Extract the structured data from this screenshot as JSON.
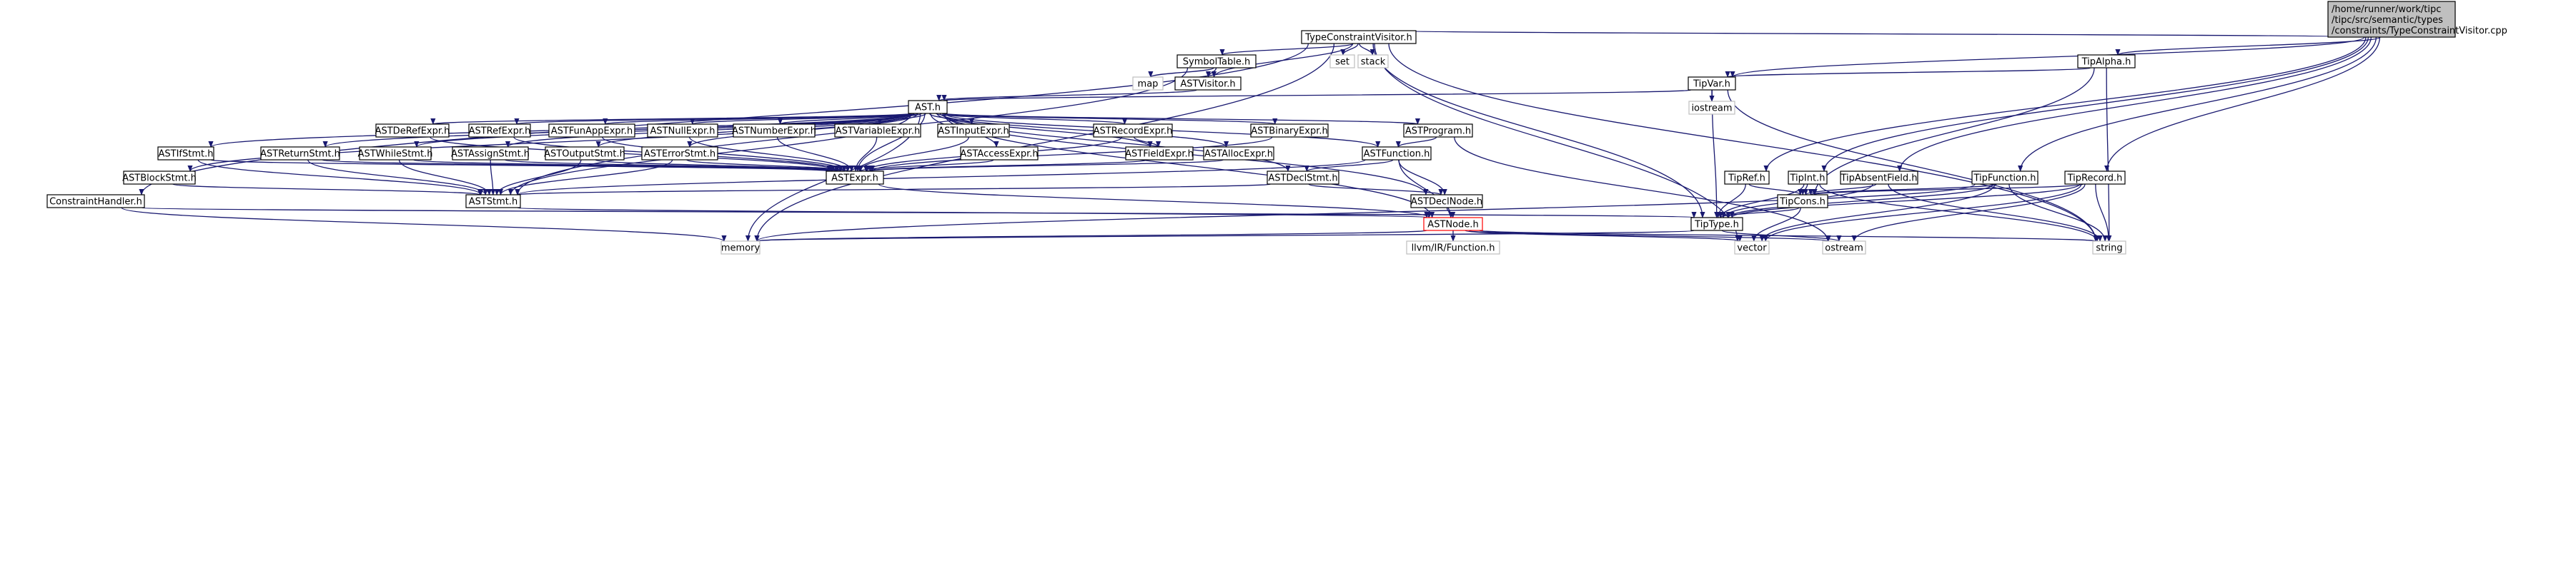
{
  "diagram": {
    "title_lines": [
      "/home/runner/work/tipc",
      "/tipc/src/semantic/types",
      "/constraints/TypeConstraintVisitor.cpp"
    ],
    "nodes": [
      {
        "id": "tcv_cpp",
        "label": "",
        "style": "root"
      },
      {
        "id": "tcv_h",
        "label": "TypeConstraintVisitor.h",
        "style": "boxed"
      },
      {
        "id": "symtab",
        "label": "SymbolTable.h",
        "style": "boxed"
      },
      {
        "id": "set",
        "label": "set",
        "style": "plain"
      },
      {
        "id": "stack",
        "label": "stack",
        "style": "plain"
      },
      {
        "id": "map",
        "label": "map",
        "style": "plain"
      },
      {
        "id": "astvisitor",
        "label": "ASTVisitor.h",
        "style": "boxed"
      },
      {
        "id": "tipalpha",
        "label": "TipAlpha.h",
        "style": "boxed"
      },
      {
        "id": "tipvar",
        "label": "TipVar.h",
        "style": "boxed"
      },
      {
        "id": "iostream",
        "label": "iostream",
        "style": "plain"
      },
      {
        "id": "ast",
        "label": "AST.h",
        "style": "boxed"
      },
      {
        "id": "astderef",
        "label": "ASTDeRefExpr.h",
        "style": "boxed"
      },
      {
        "id": "astref",
        "label": "ASTRefExpr.h",
        "style": "boxed"
      },
      {
        "id": "astfunapp",
        "label": "ASTFunAppExpr.h",
        "style": "boxed"
      },
      {
        "id": "astnull",
        "label": "ASTNullExpr.h",
        "style": "boxed"
      },
      {
        "id": "astnumber",
        "label": "ASTNumberExpr.h",
        "style": "boxed"
      },
      {
        "id": "astvariable",
        "label": "ASTVariableExpr.h",
        "style": "boxed"
      },
      {
        "id": "astinput",
        "label": "ASTInputExpr.h",
        "style": "boxed"
      },
      {
        "id": "astrecord",
        "label": "ASTRecordExpr.h",
        "style": "boxed"
      },
      {
        "id": "astbinary",
        "label": "ASTBinaryExpr.h",
        "style": "boxed"
      },
      {
        "id": "astprogram",
        "label": "ASTProgram.h",
        "style": "boxed"
      },
      {
        "id": "astifstmt",
        "label": "ASTIfStmt.h",
        "style": "boxed"
      },
      {
        "id": "astreturn",
        "label": "ASTReturnStmt.h",
        "style": "boxed"
      },
      {
        "id": "astwhile",
        "label": "ASTWhileStmt.h",
        "style": "boxed"
      },
      {
        "id": "astassign",
        "label": "ASTAssignStmt.h",
        "style": "boxed"
      },
      {
        "id": "astoutput",
        "label": "ASTOutputStmt.h",
        "style": "boxed"
      },
      {
        "id": "asterror",
        "label": "ASTErrorStmt.h",
        "style": "boxed"
      },
      {
        "id": "astaccess",
        "label": "ASTAccessExpr.h",
        "style": "boxed"
      },
      {
        "id": "astfield",
        "label": "ASTFieldExpr.h",
        "style": "boxed"
      },
      {
        "id": "astalloc",
        "label": "ASTAllocExpr.h",
        "style": "boxed"
      },
      {
        "id": "astfunction",
        "label": "ASTFunction.h",
        "style": "boxed"
      },
      {
        "id": "astblock",
        "label": "ASTBlockStmt.h",
        "style": "boxed"
      },
      {
        "id": "astexpr",
        "label": "ASTExpr.h",
        "style": "boxed"
      },
      {
        "id": "astdeclstmt",
        "label": "ASTDeclStmt.h",
        "style": "boxed"
      },
      {
        "id": "aststmt",
        "label": "ASTStmt.h",
        "style": "boxed"
      },
      {
        "id": "astdeclnode",
        "label": "ASTDeclNode.h",
        "style": "boxed"
      },
      {
        "id": "constrainthandler",
        "label": "ConstraintHandler.h",
        "style": "boxed"
      },
      {
        "id": "astnode",
        "label": "ASTNode.h",
        "style": "highlight"
      },
      {
        "id": "tipref",
        "label": "TipRef.h",
        "style": "boxed"
      },
      {
        "id": "tipint",
        "label": "TipInt.h",
        "style": "boxed"
      },
      {
        "id": "tipabsent",
        "label": "TipAbsentField.h",
        "style": "boxed"
      },
      {
        "id": "tipfunction",
        "label": "TipFunction.h",
        "style": "boxed"
      },
      {
        "id": "tiprecord",
        "label": "TipRecord.h",
        "style": "boxed"
      },
      {
        "id": "tipcons",
        "label": "TipCons.h",
        "style": "boxed"
      },
      {
        "id": "tiptype",
        "label": "TipType.h",
        "style": "boxed"
      },
      {
        "id": "memory",
        "label": "memory",
        "style": "plain"
      },
      {
        "id": "llvmfunc",
        "label": "llvm/IR/Function.h",
        "style": "plain"
      },
      {
        "id": "vector",
        "label": "vector",
        "style": "plain"
      },
      {
        "id": "ostream",
        "label": "ostream",
        "style": "plain"
      },
      {
        "id": "string",
        "label": "string",
        "style": "plain"
      }
    ],
    "edges": [
      [
        "tcv_cpp",
        "tcv_h"
      ],
      [
        "tcv_cpp",
        "tipvar"
      ],
      [
        "tcv_cpp",
        "tipalpha"
      ],
      [
        "tcv_cpp",
        "tipref"
      ],
      [
        "tcv_cpp",
        "tipint"
      ],
      [
        "tcv_cpp",
        "tipabsent"
      ],
      [
        "tcv_cpp",
        "tipfunction"
      ],
      [
        "tcv_cpp",
        "tiprecord"
      ],
      [
        "tcv_h",
        "symtab"
      ],
      [
        "tcv_h",
        "set"
      ],
      [
        "tcv_h",
        "stack"
      ],
      [
        "tcv_h",
        "astvisitor"
      ],
      [
        "tcv_h",
        "constrainthandler"
      ],
      [
        "tcv_h",
        "memory"
      ],
      [
        "tcv_h",
        "tiptype"
      ],
      [
        "tcv_h",
        "vector"
      ],
      [
        "tcv_h",
        "string"
      ],
      [
        "symtab",
        "map"
      ],
      [
        "symtab",
        "astvisitor"
      ],
      [
        "symtab",
        "aststmt"
      ],
      [
        "astvisitor",
        "ast"
      ],
      [
        "tipalpha",
        "tipvar"
      ],
      [
        "tipalpha",
        "tipcons"
      ],
      [
        "tipalpha",
        "string"
      ],
      [
        "tipvar",
        "ast"
      ],
      [
        "tipvar",
        "iostream"
      ],
      [
        "tipvar",
        "tiptype"
      ],
      [
        "tipvar",
        "string"
      ],
      [
        "ast",
        "astderef"
      ],
      [
        "ast",
        "astref"
      ],
      [
        "ast",
        "astfunapp"
      ],
      [
        "ast",
        "astnull"
      ],
      [
        "ast",
        "astnumber"
      ],
      [
        "ast",
        "astvariable"
      ],
      [
        "ast",
        "astinput"
      ],
      [
        "ast",
        "astrecord"
      ],
      [
        "ast",
        "astbinary"
      ],
      [
        "ast",
        "astprogram"
      ],
      [
        "ast",
        "astifstmt"
      ],
      [
        "ast",
        "astreturn"
      ],
      [
        "ast",
        "astwhile"
      ],
      [
        "ast",
        "astassign"
      ],
      [
        "ast",
        "astoutput"
      ],
      [
        "ast",
        "asterror"
      ],
      [
        "ast",
        "astaccess"
      ],
      [
        "ast",
        "astfield"
      ],
      [
        "ast",
        "astalloc"
      ],
      [
        "ast",
        "astfunction"
      ],
      [
        "ast",
        "astblock"
      ],
      [
        "ast",
        "astexpr"
      ],
      [
        "ast",
        "astdeclstmt"
      ],
      [
        "ast",
        "aststmt"
      ],
      [
        "ast",
        "astdeclnode"
      ],
      [
        "ast",
        "astnode"
      ],
      [
        "ast",
        "memory"
      ],
      [
        "astderef",
        "astexpr"
      ],
      [
        "astref",
        "astexpr"
      ],
      [
        "astfunapp",
        "astexpr"
      ],
      [
        "astnull",
        "astexpr"
      ],
      [
        "astnumber",
        "astexpr"
      ],
      [
        "astvariable",
        "astexpr"
      ],
      [
        "astinput",
        "astexpr"
      ],
      [
        "astrecord",
        "astexpr"
      ],
      [
        "astrecord",
        "astfield"
      ],
      [
        "astbinary",
        "astexpr"
      ],
      [
        "astprogram",
        "astfunction"
      ],
      [
        "astprogram",
        "ostream"
      ],
      [
        "astifstmt",
        "astexpr"
      ],
      [
        "astifstmt",
        "aststmt"
      ],
      [
        "astreturn",
        "astexpr"
      ],
      [
        "astreturn",
        "aststmt"
      ],
      [
        "astwhile",
        "astexpr"
      ],
      [
        "astwhile",
        "aststmt"
      ],
      [
        "astassign",
        "astexpr"
      ],
      [
        "astassign",
        "aststmt"
      ],
      [
        "astoutput",
        "astexpr"
      ],
      [
        "astoutput",
        "aststmt"
      ],
      [
        "asterror",
        "astexpr"
      ],
      [
        "asterror",
        "aststmt"
      ],
      [
        "astaccess",
        "astexpr"
      ],
      [
        "astfield",
        "astexpr"
      ],
      [
        "astalloc",
        "astexpr"
      ],
      [
        "astfunction",
        "astdeclstmt"
      ],
      [
        "astfunction",
        "astdeclnode"
      ],
      [
        "astfunction",
        "astnode"
      ],
      [
        "astfunction",
        "aststmt"
      ],
      [
        "astblock",
        "aststmt"
      ],
      [
        "astexpr",
        "astnode"
      ],
      [
        "astdeclstmt",
        "aststmt"
      ],
      [
        "astdeclstmt",
        "astdeclnode"
      ],
      [
        "aststmt",
        "astnode"
      ],
      [
        "astdeclnode",
        "astnode"
      ],
      [
        "constrainthandler",
        "tiptype"
      ],
      [
        "constrainthandler",
        "memory"
      ],
      [
        "astnode",
        "memory"
      ],
      [
        "astnode",
        "llvmfunc"
      ],
      [
        "astnode",
        "vector"
      ],
      [
        "astnode",
        "ostream"
      ],
      [
        "astnode",
        "string"
      ],
      [
        "tipref",
        "tipcons"
      ],
      [
        "tipref",
        "tiptype"
      ],
      [
        "tipint",
        "tipcons"
      ],
      [
        "tipint",
        "tiptype"
      ],
      [
        "tipint",
        "string"
      ],
      [
        "tipabsent",
        "tipcons"
      ],
      [
        "tipabsent",
        "tiptype"
      ],
      [
        "tipabsent",
        "string"
      ],
      [
        "tipfunction",
        "tipcons"
      ],
      [
        "tipfunction",
        "tiptype"
      ],
      [
        "tipfunction",
        "vector"
      ],
      [
        "tipfunction",
        "string"
      ],
      [
        "tipfunction",
        "memory"
      ],
      [
        "tiprecord",
        "tipcons"
      ],
      [
        "tiprecord",
        "tiptype"
      ],
      [
        "tiprecord",
        "vector"
      ],
      [
        "tiprecord",
        "string"
      ],
      [
        "tiprecord",
        "ostream"
      ],
      [
        "tipcons",
        "tiptype"
      ],
      [
        "tipcons",
        "vector"
      ],
      [
        "tiptype",
        "memory"
      ],
      [
        "tiptype",
        "ostream"
      ]
    ],
    "colors": {
      "edge": "#191970",
      "root_fill": "#bfbfbf",
      "node_border": "#000000",
      "plain_border": "#bfbfbf",
      "highlight_border": "#ff0000",
      "text": "#000000",
      "plain_text": "#404040"
    }
  }
}
